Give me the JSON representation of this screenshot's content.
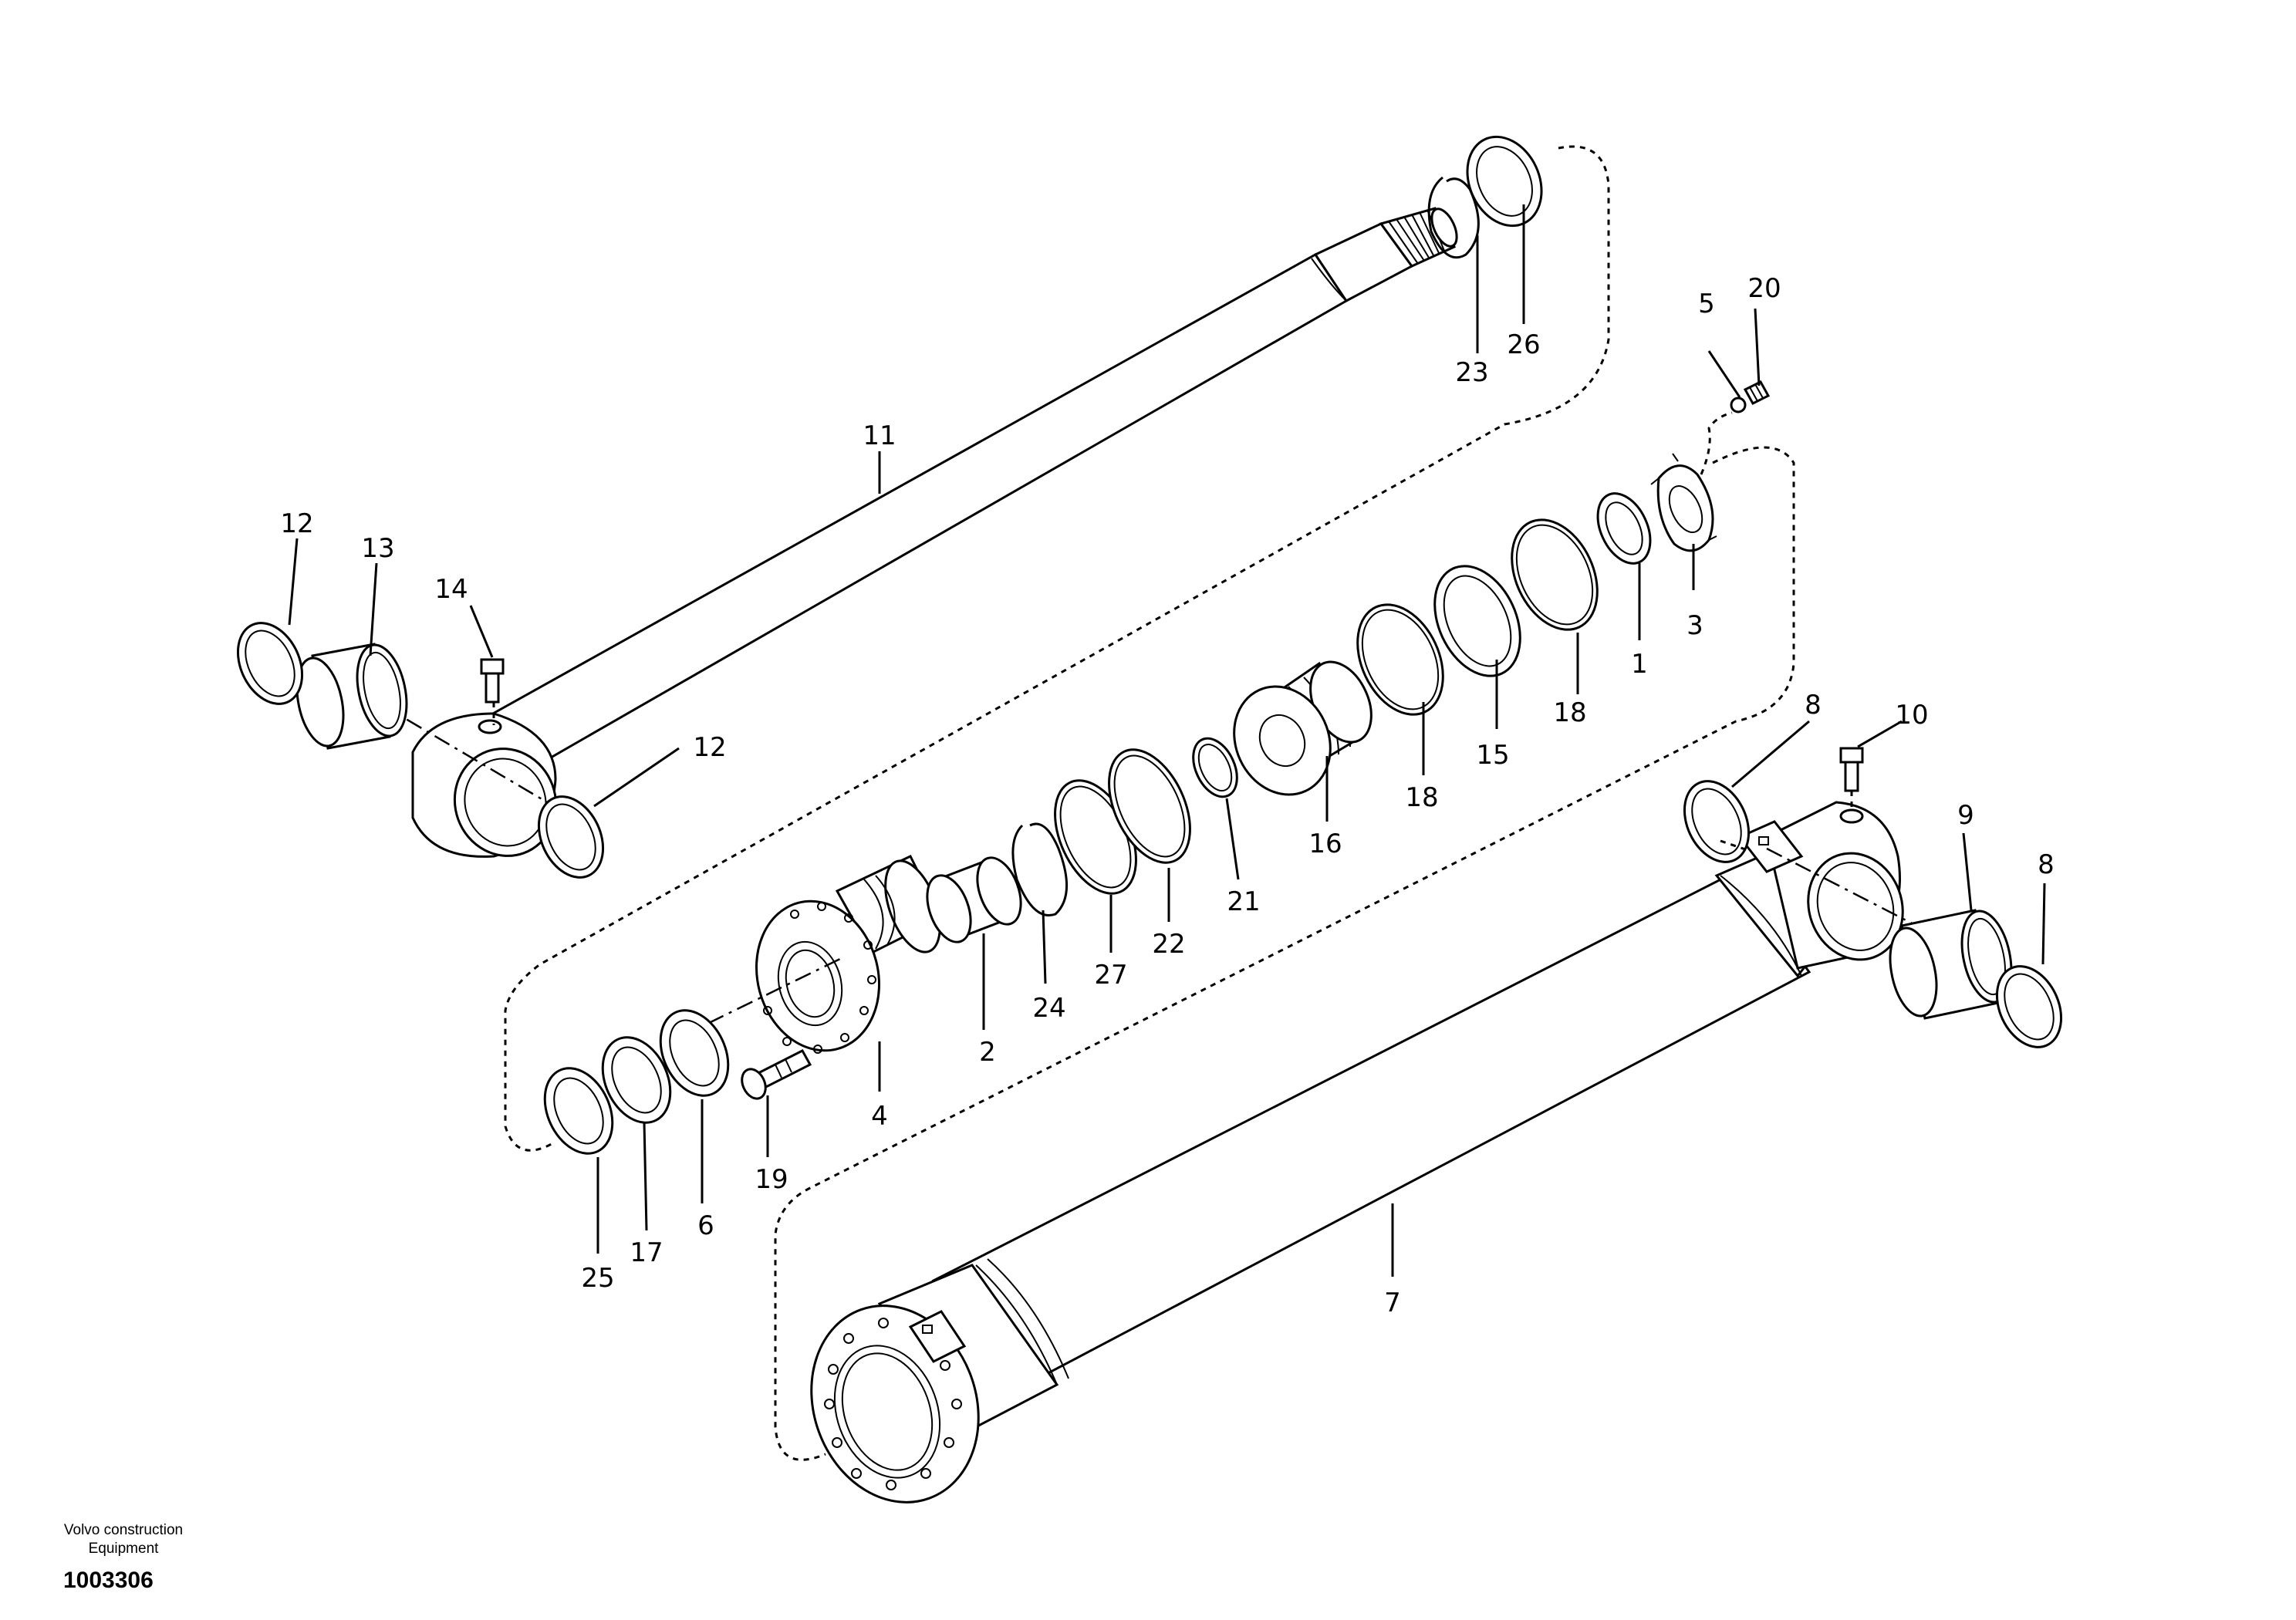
{
  "brand": {
    "line1": "Volvo construction",
    "line2": "Equipment"
  },
  "document_number": "1003306",
  "callouts": {
    "p1": "1",
    "p2": "2",
    "p3": "3",
    "p4": "4",
    "p5": "5",
    "p6": "6",
    "p7": "7",
    "p8a": "8",
    "p8b": "8",
    "p9": "9",
    "p10": "10",
    "p11": "11",
    "p12a": "12",
    "p12b": "12",
    "p13": "13",
    "p14": "14",
    "p15": "15",
    "p16": "16",
    "p17": "17",
    "p18a": "18",
    "p18b": "18",
    "p19": "19",
    "p20": "20",
    "p21": "21",
    "p22": "22",
    "p23": "23",
    "p24": "24",
    "p25": "25",
    "p26": "26",
    "p27": "27"
  }
}
